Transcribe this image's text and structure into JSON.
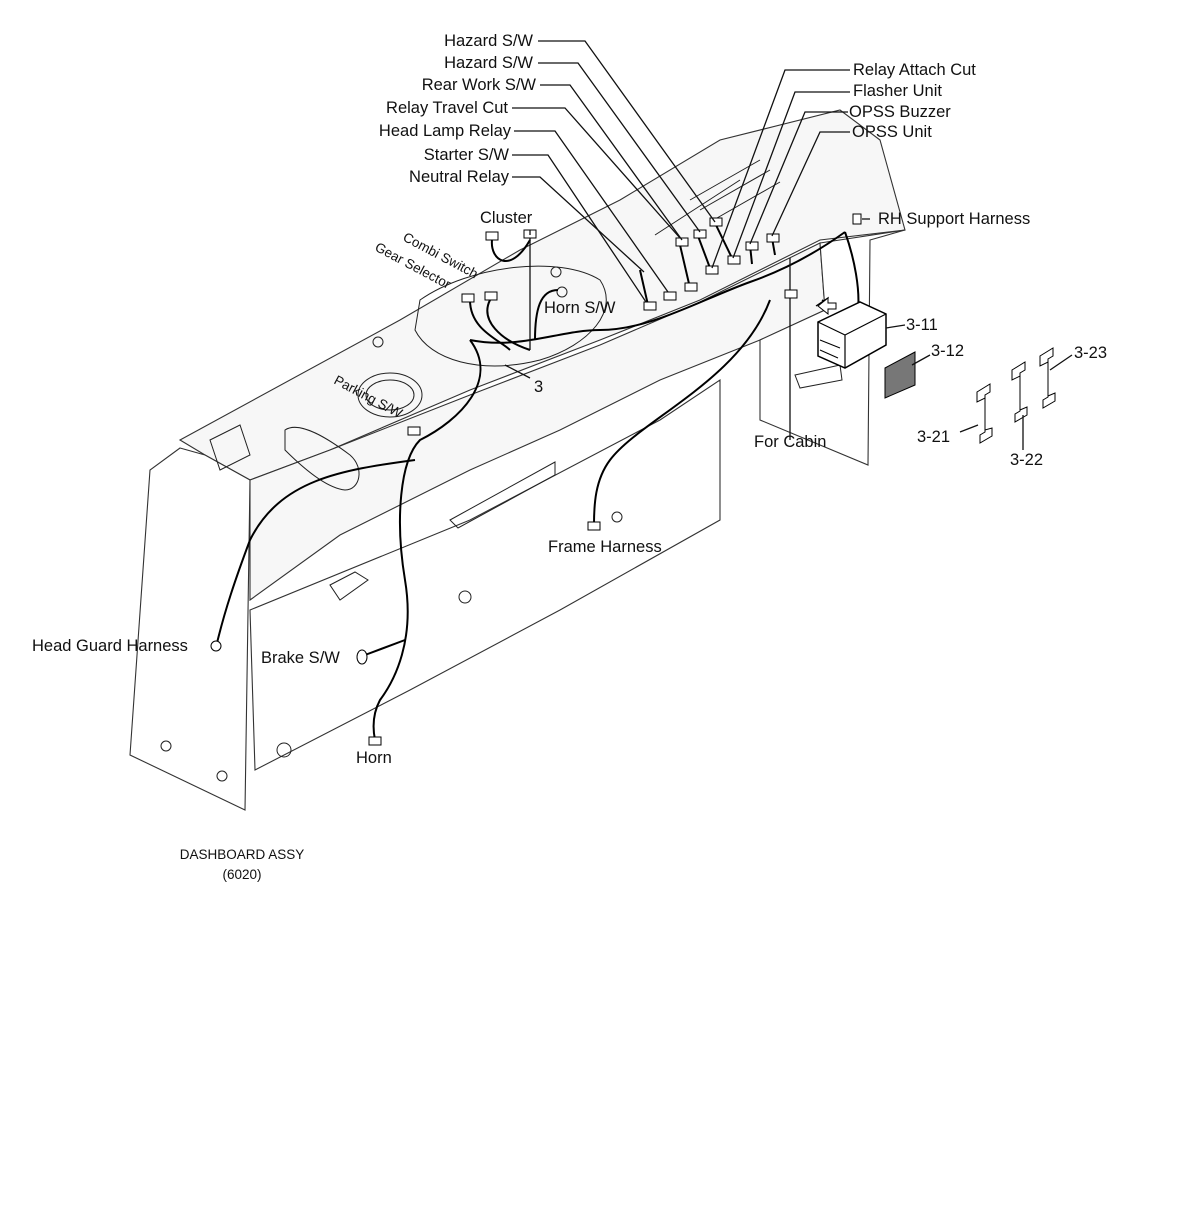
{
  "diagram": {
    "labels": {
      "hazard_sw_1": "Hazard S/W",
      "hazard_sw_2": "Hazard S/W",
      "rear_work_sw": "Rear Work S/W",
      "relay_travel_cut": "Relay Travel Cut",
      "head_lamp_relay": "Head Lamp Relay",
      "starter_sw": "Starter S/W",
      "neutral_relay": "Neutral Relay",
      "relay_attach_cut": "Relay Attach Cut",
      "flasher_unit": "Flasher Unit",
      "opss_buzzer": "OPSS Buzzer",
      "opss_unit": "OPSS Unit",
      "rh_support_harness": "RH Support Harness",
      "cluster": "Cluster",
      "combi_switch": "Combi Switch",
      "gear_selector": "Gear Selector",
      "horn_sw": "Horn S/W",
      "part_3": "3",
      "parking_sw": "Parking S/W",
      "part_3_11": "3-11",
      "part_3_12": "3-12",
      "part_3_21": "3-21",
      "part_3_22": "3-22",
      "part_3_23": "3-23",
      "for_cabin": "For Cabin",
      "frame_harness": "Frame Harness",
      "head_guard_harness": "Head Guard Harness",
      "brake_sw": "Brake S/W",
      "horn": "Horn"
    },
    "caption": {
      "line1": "DASHBOARD ASSY",
      "line2": "(6020)"
    }
  }
}
